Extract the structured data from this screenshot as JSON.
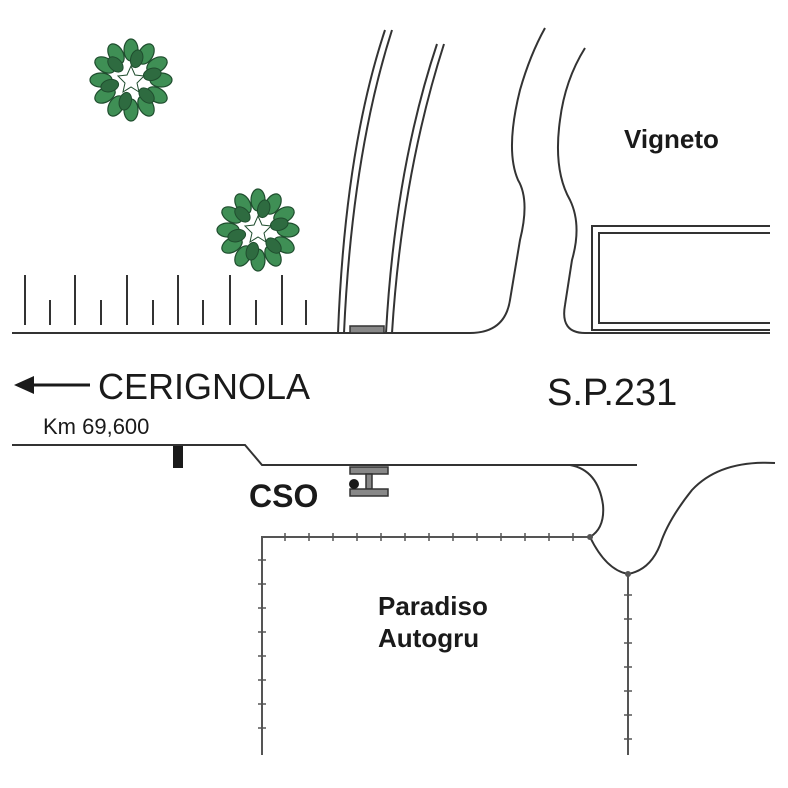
{
  "labels": {
    "vigneto": "Vigneto",
    "direction": "CERIGNOLA",
    "road": "S.P.231",
    "kilometer": "Km 69,600",
    "cso": "CSO",
    "company_line1": "Paradiso",
    "company_line2": "Autogru"
  },
  "icons": {
    "tree": "tree-icon",
    "arrow": "arrow-left-icon",
    "railway_culvert": "culvert-icon",
    "cso_marker": "cso-marker-icon",
    "km_marker": "kilometer-post-icon"
  },
  "colors": {
    "line": "#333333",
    "marker_fill": "#888888",
    "tree_dark": "#1f4d2e",
    "tree_green": "#3f8f55",
    "background": "#ffffff"
  }
}
